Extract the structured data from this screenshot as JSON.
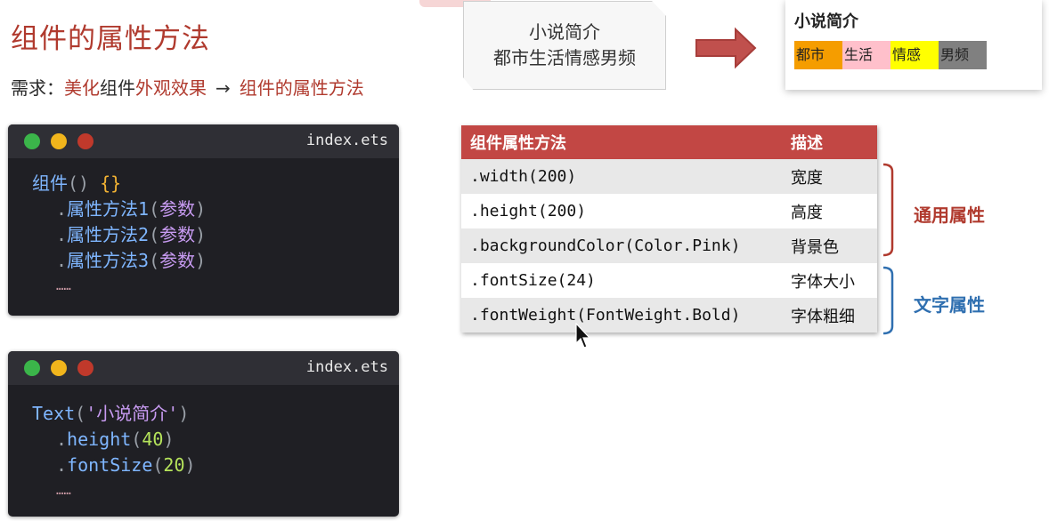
{
  "title": "组件的属性方法",
  "requirement": {
    "label": "需求：",
    "part1": "美化",
    "part2": "组件",
    "part3": "外观效果",
    "arrow": "→",
    "part4": "组件的属性方法"
  },
  "card": {
    "line1": "小说简介",
    "line2": "都市生活情感男频"
  },
  "preview": {
    "title": "小说简介",
    "chips": [
      {
        "label": "都市",
        "color": "#f59d00"
      },
      {
        "label": "生活",
        "color": "#ffc0cb"
      },
      {
        "label": "情感",
        "color": "#ffff00"
      },
      {
        "label": "男频",
        "color": "#808080"
      }
    ]
  },
  "code1": {
    "filename": "index.ets",
    "line1_name": "组件",
    "line1_parens": "()",
    "line1_braces": "{}",
    "methods": [
      "属性方法1",
      "属性方法2",
      "属性方法3"
    ],
    "param": "参数",
    "ellipsis": "……"
  },
  "code2": {
    "filename": "index.ets",
    "text_fn": "Text",
    "text_arg": "'小说简介'",
    "m1": "height",
    "v1": "40",
    "m2": "fontSize",
    "v2": "20",
    "ellipsis": "……"
  },
  "table": {
    "headers": [
      "组件属性方法",
      "描述"
    ],
    "rows": [
      {
        "method": ".width(200)",
        "desc": "宽度"
      },
      {
        "method": ".height(200)",
        "desc": "高度"
      },
      {
        "method": ".backgroundColor(Color.Pink)",
        "desc": "背景色"
      },
      {
        "method": ".fontSize(24)",
        "desc": "字体大小"
      },
      {
        "method": ".fontWeight(FontWeight.Bold)",
        "desc": "字体粗细"
      }
    ]
  },
  "labels": {
    "common": "通用属性",
    "text": "文字属性"
  },
  "colors": {
    "accent_red": "#b03a2e",
    "table_header": "#c24744",
    "text_blue": "#2f6fb0"
  }
}
